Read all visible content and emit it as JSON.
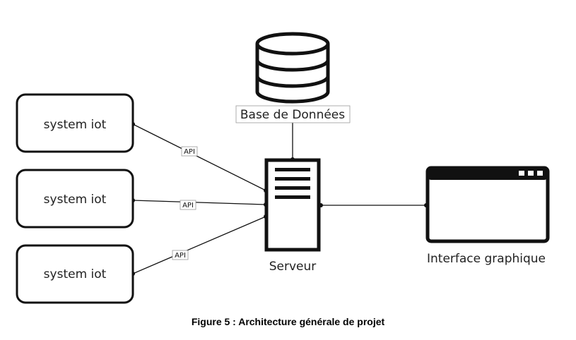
{
  "diagram": {
    "database": {
      "label": "Base de Données"
    },
    "server": {
      "label": "Serveur"
    },
    "interface": {
      "label": "Interface graphique"
    },
    "iot_systems": [
      {
        "label": "system iot",
        "connector_label": "API"
      },
      {
        "label": "system iot",
        "connector_label": "API"
      },
      {
        "label": "system iot",
        "connector_label": "API"
      }
    ]
  },
  "caption": "Figure 5 : Architecture générale de projet",
  "colors": {
    "stroke": "#111111",
    "label_border": "#999999",
    "background": "#ffffff"
  }
}
